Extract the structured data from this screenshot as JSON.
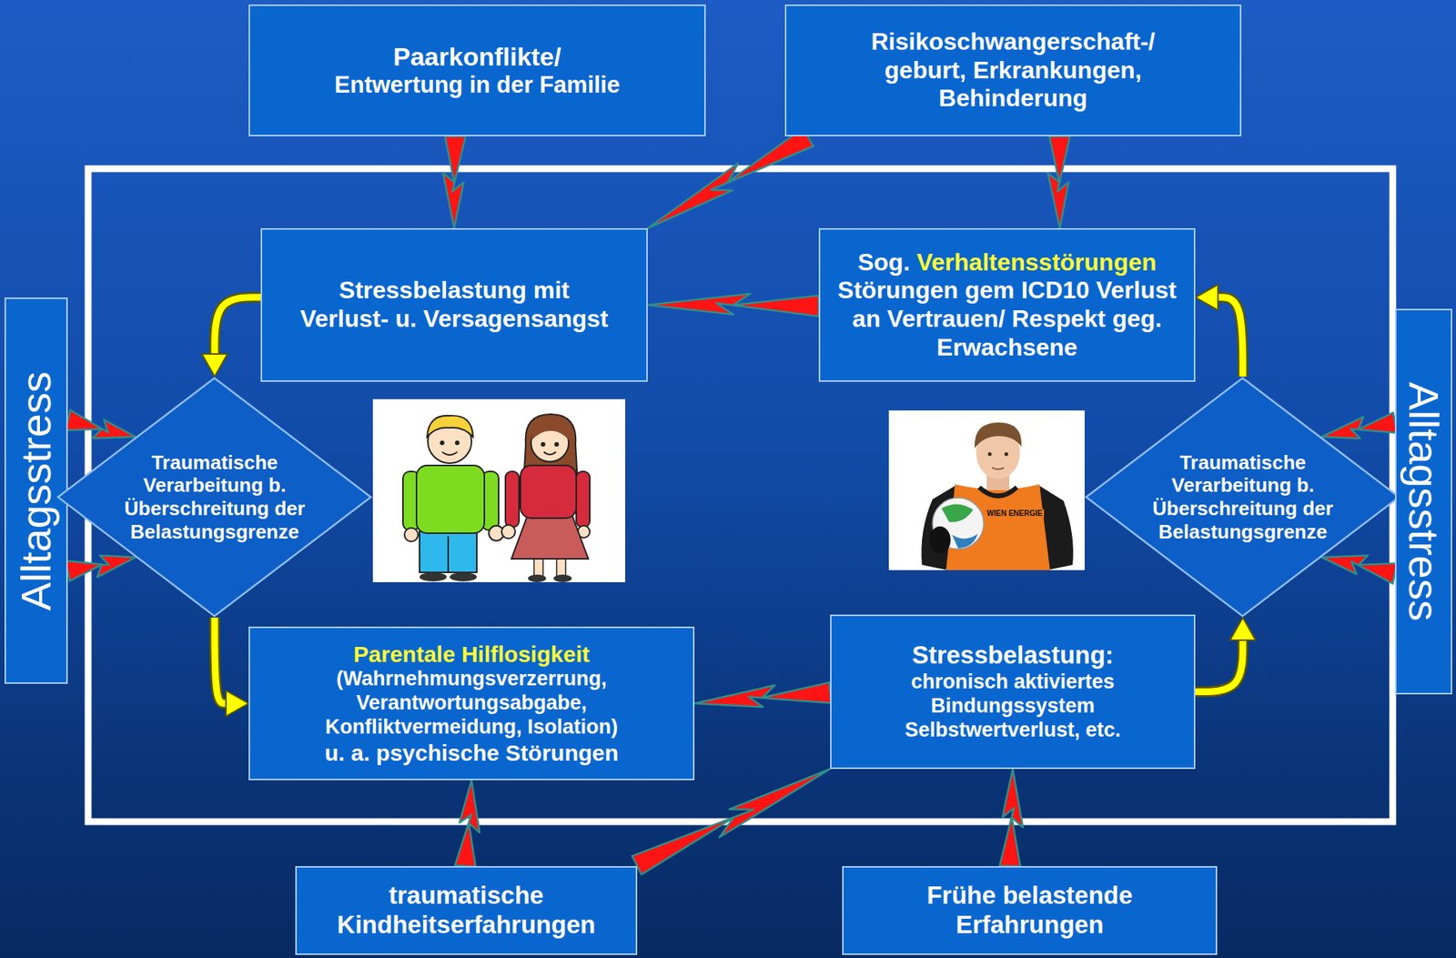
{
  "diagram": {
    "nodes": [
      {
        "text": [
          "Paarkonflikte/",
          "Entwertung in der Familie"
        ]
      },
      {
        "text": [
          "Risikoschwangerschaft-/ geburt, Erkrankungen, Behinderung"
        ]
      },
      {
        "text": [
          "Stressbelastung mit Verlust- u. Versagensangst"
        ]
      },
      {
        "text": [
          "Sog.",
          "Verhaltensstörungen",
          "Störungen gem ICD10 Verlust an Vertrauen/ Respekt geg. Erwachsene"
        ]
      },
      {
        "text": [
          "Alltagsstress"
        ]
      },
      {
        "text": [
          "Traumatische Verarbeitung b. Überschreitung der Belastungsgrenze"
        ]
      },
      {
        "text": [
          "Traumatische Verarbeitung b. Überschreitung der Belastungsgrenze"
        ]
      },
      {
        "text": [
          "Alltagsstress"
        ]
      },
      {
        "text": [
          "Parentale Hilflosigkeit",
          "(Wahrnehmungsverzerrung, Verantwortungsabgabe, Konfliktvermeidung, Isolation)",
          "u. a. psychische Störungen"
        ]
      },
      {
        "text": [
          "Stressbelastung:",
          "chronisch aktiviertes Bindungssystem Selbstwertverlust, etc."
        ]
      },
      {
        "text": [
          "traumatische Kindheitserfahrungen"
        ]
      },
      {
        "text": [
          "Frühe belastende Erfahrungen"
        ]
      }
    ],
    "edges": [
      {
        "from": 0,
        "to": 2,
        "arrow": "to"
      },
      {
        "from": 1,
        "to": 2,
        "arrow": "to"
      },
      {
        "from": 1,
        "to": 3,
        "arrow": "to"
      },
      {
        "from": 3,
        "to": 2,
        "arrow": "to"
      },
      {
        "from": 2,
        "to": 5,
        "arrow": "to"
      },
      {
        "from": 4,
        "to": 5,
        "arrow": "to"
      },
      {
        "from": 4,
        "to": 5,
        "arrow": "to"
      },
      {
        "from": 7,
        "to": 6,
        "arrow": "to"
      },
      {
        "from": 7,
        "to": 6,
        "arrow": "to"
      },
      {
        "from": 6,
        "to": 3,
        "arrow": "to"
      },
      {
        "from": 5,
        "to": 8,
        "arrow": "to"
      },
      {
        "from": 9,
        "to": 6,
        "arrow": "to"
      },
      {
        "from": 9,
        "to": 8,
        "arrow": "to"
      },
      {
        "from": 10,
        "to": 8,
        "arrow": "to"
      },
      {
        "from": 10,
        "to": 9,
        "arrow": "to"
      },
      {
        "from": 11,
        "to": 9,
        "arrow": "to"
      }
    ],
    "labels": [
      "WIEN ENERGIE"
    ]
  }
}
